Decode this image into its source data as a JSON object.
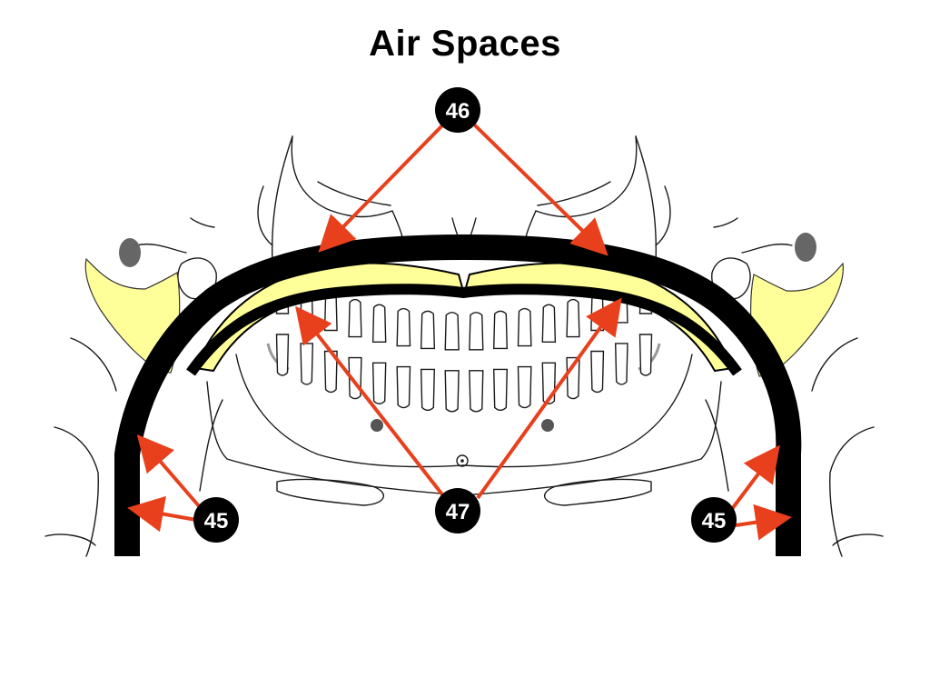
{
  "title": "Air Spaces",
  "labels": {
    "top": "46",
    "bottom_center": "47",
    "left": "45",
    "right": "45"
  },
  "colors": {
    "arrow": "#e8401c",
    "airway": "#000000",
    "highlight": "#ffff99",
    "label_bg": "#000000",
    "label_text": "#ffffff"
  }
}
